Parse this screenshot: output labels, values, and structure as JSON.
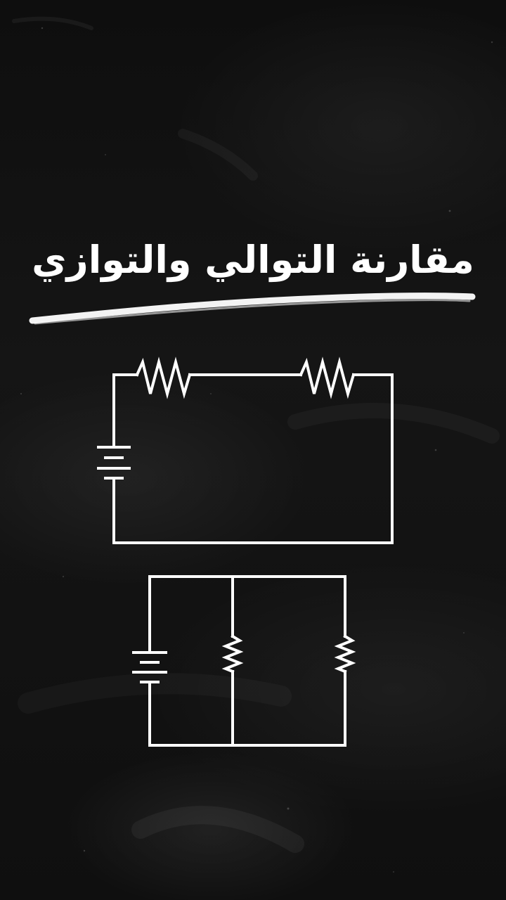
{
  "title": "مقارنة التوالي والتوازي",
  "colors": {
    "background": "#121212",
    "chalk": "#ffffff"
  },
  "diagrams": [
    {
      "name": "series-circuit",
      "components": [
        "battery",
        "resistor",
        "resistor"
      ]
    },
    {
      "name": "parallel-circuit",
      "components": [
        "battery",
        "resistor",
        "resistor"
      ]
    }
  ]
}
